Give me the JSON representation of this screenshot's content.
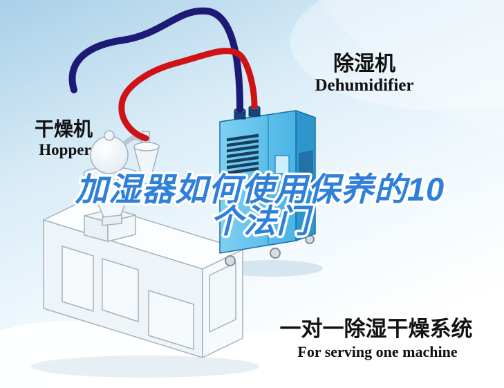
{
  "title": {
    "line1": "加湿器如何使用保养的10",
    "line2": "个法门"
  },
  "labels": {
    "dehumidifier": {
      "cn": "除湿机",
      "en": "Dehumidifier"
    },
    "hopper": {
      "cn": "干燥机",
      "en": "Hopper"
    },
    "system": {
      "cn": "一对一除湿干燥系统",
      "en": "For serving one machine"
    }
  },
  "colors": {
    "title_blue": "#2f80d9",
    "pipe_red": "#cf1216",
    "pipe_navy": "#1c1a75",
    "dehum_front": "#5fc2ec",
    "dehum_side": "#2f96cc",
    "dehum_top": "#a5ddf4",
    "vent_dark": "#17405f",
    "ink": "#111111",
    "machine_outline": "#a3b2bc"
  }
}
